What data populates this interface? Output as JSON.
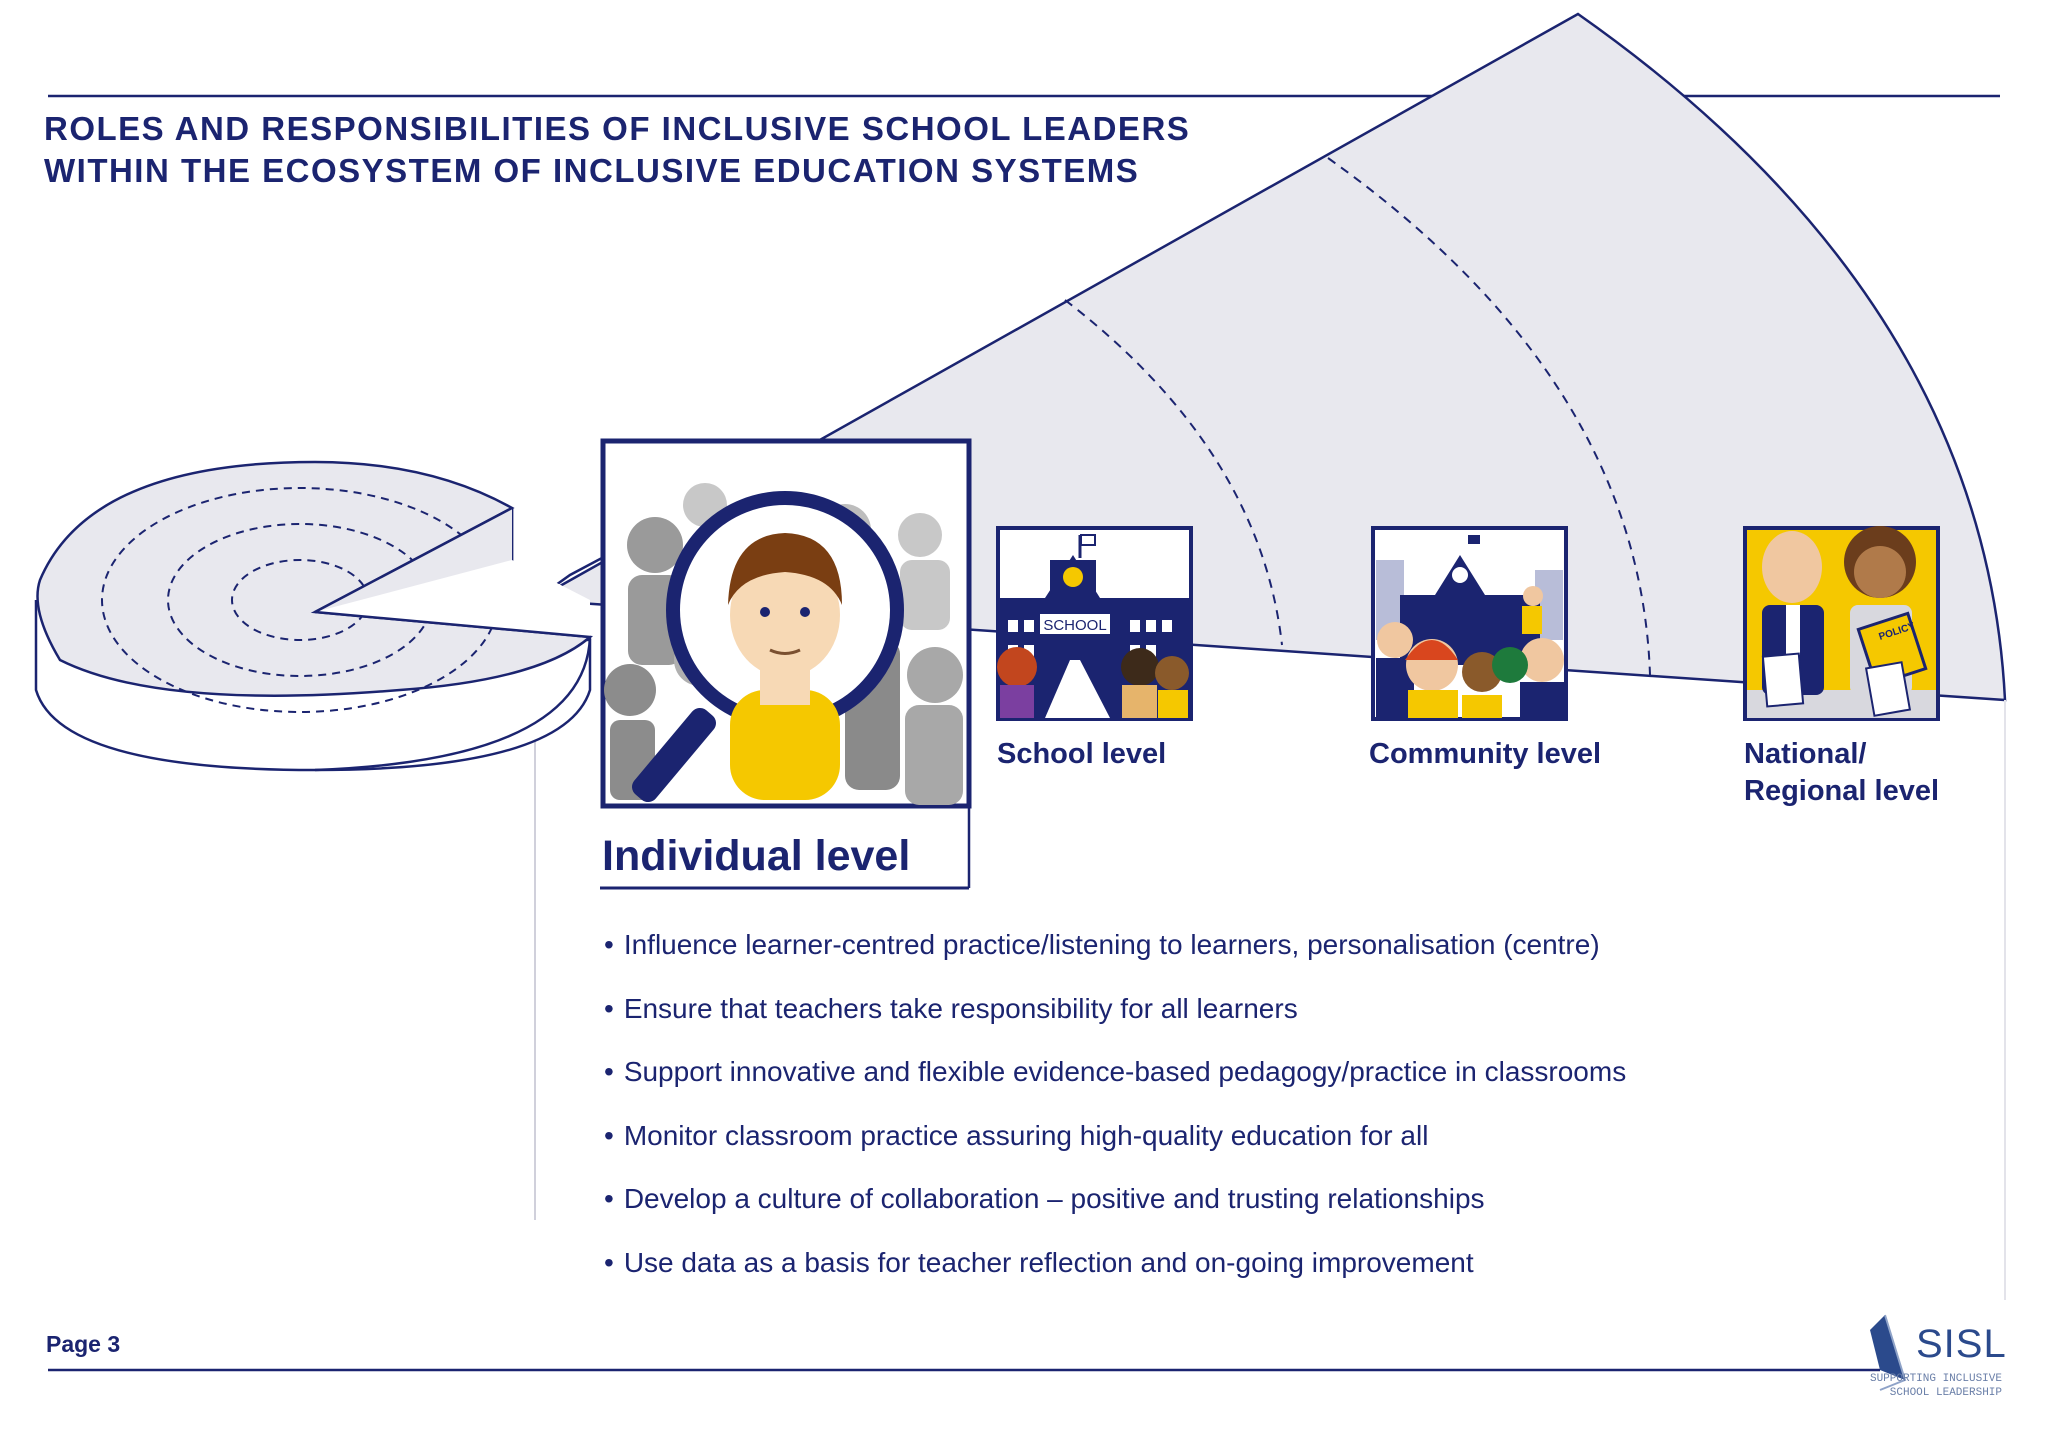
{
  "title": {
    "line1": "ROLES AND RESPONSIBILITIES OF INCLUSIVE SCHOOL LEADERS",
    "line2": "WITHIN THE ECOSYSTEM OF INCLUSIVE EDUCATION SYSTEMS"
  },
  "levels": {
    "individual": "Individual level",
    "school": "School level",
    "community": "Community level",
    "national_line1": "National/",
    "national_line2": "Regional level"
  },
  "illustration_text": {
    "school_sign": "SCHOOL",
    "policy_sign": "POLICY"
  },
  "bullets": [
    "Influence learner-centred practice/listening to learners, personalisation (centre)",
    "Ensure that teachers take responsibility for all learners",
    "Support innovative and flexible evidence-based pedagogy/practice in classrooms",
    "Monitor classroom practice assuring high-quality education for all",
    "Develop a culture of collaboration – positive and trusting relationships",
    "Use data as a basis for teacher reflection and on-going improvement"
  ],
  "footer": {
    "page": "Page 3",
    "logo": "SISL",
    "logo_sub1": "SUPPORTING INCLUSIVE",
    "logo_sub2": "SCHOOL LEADERSHIP"
  },
  "colors": {
    "navy": "#1b2470",
    "yellow": "#f5c800",
    "grey_fill": "#e8e8ee"
  }
}
